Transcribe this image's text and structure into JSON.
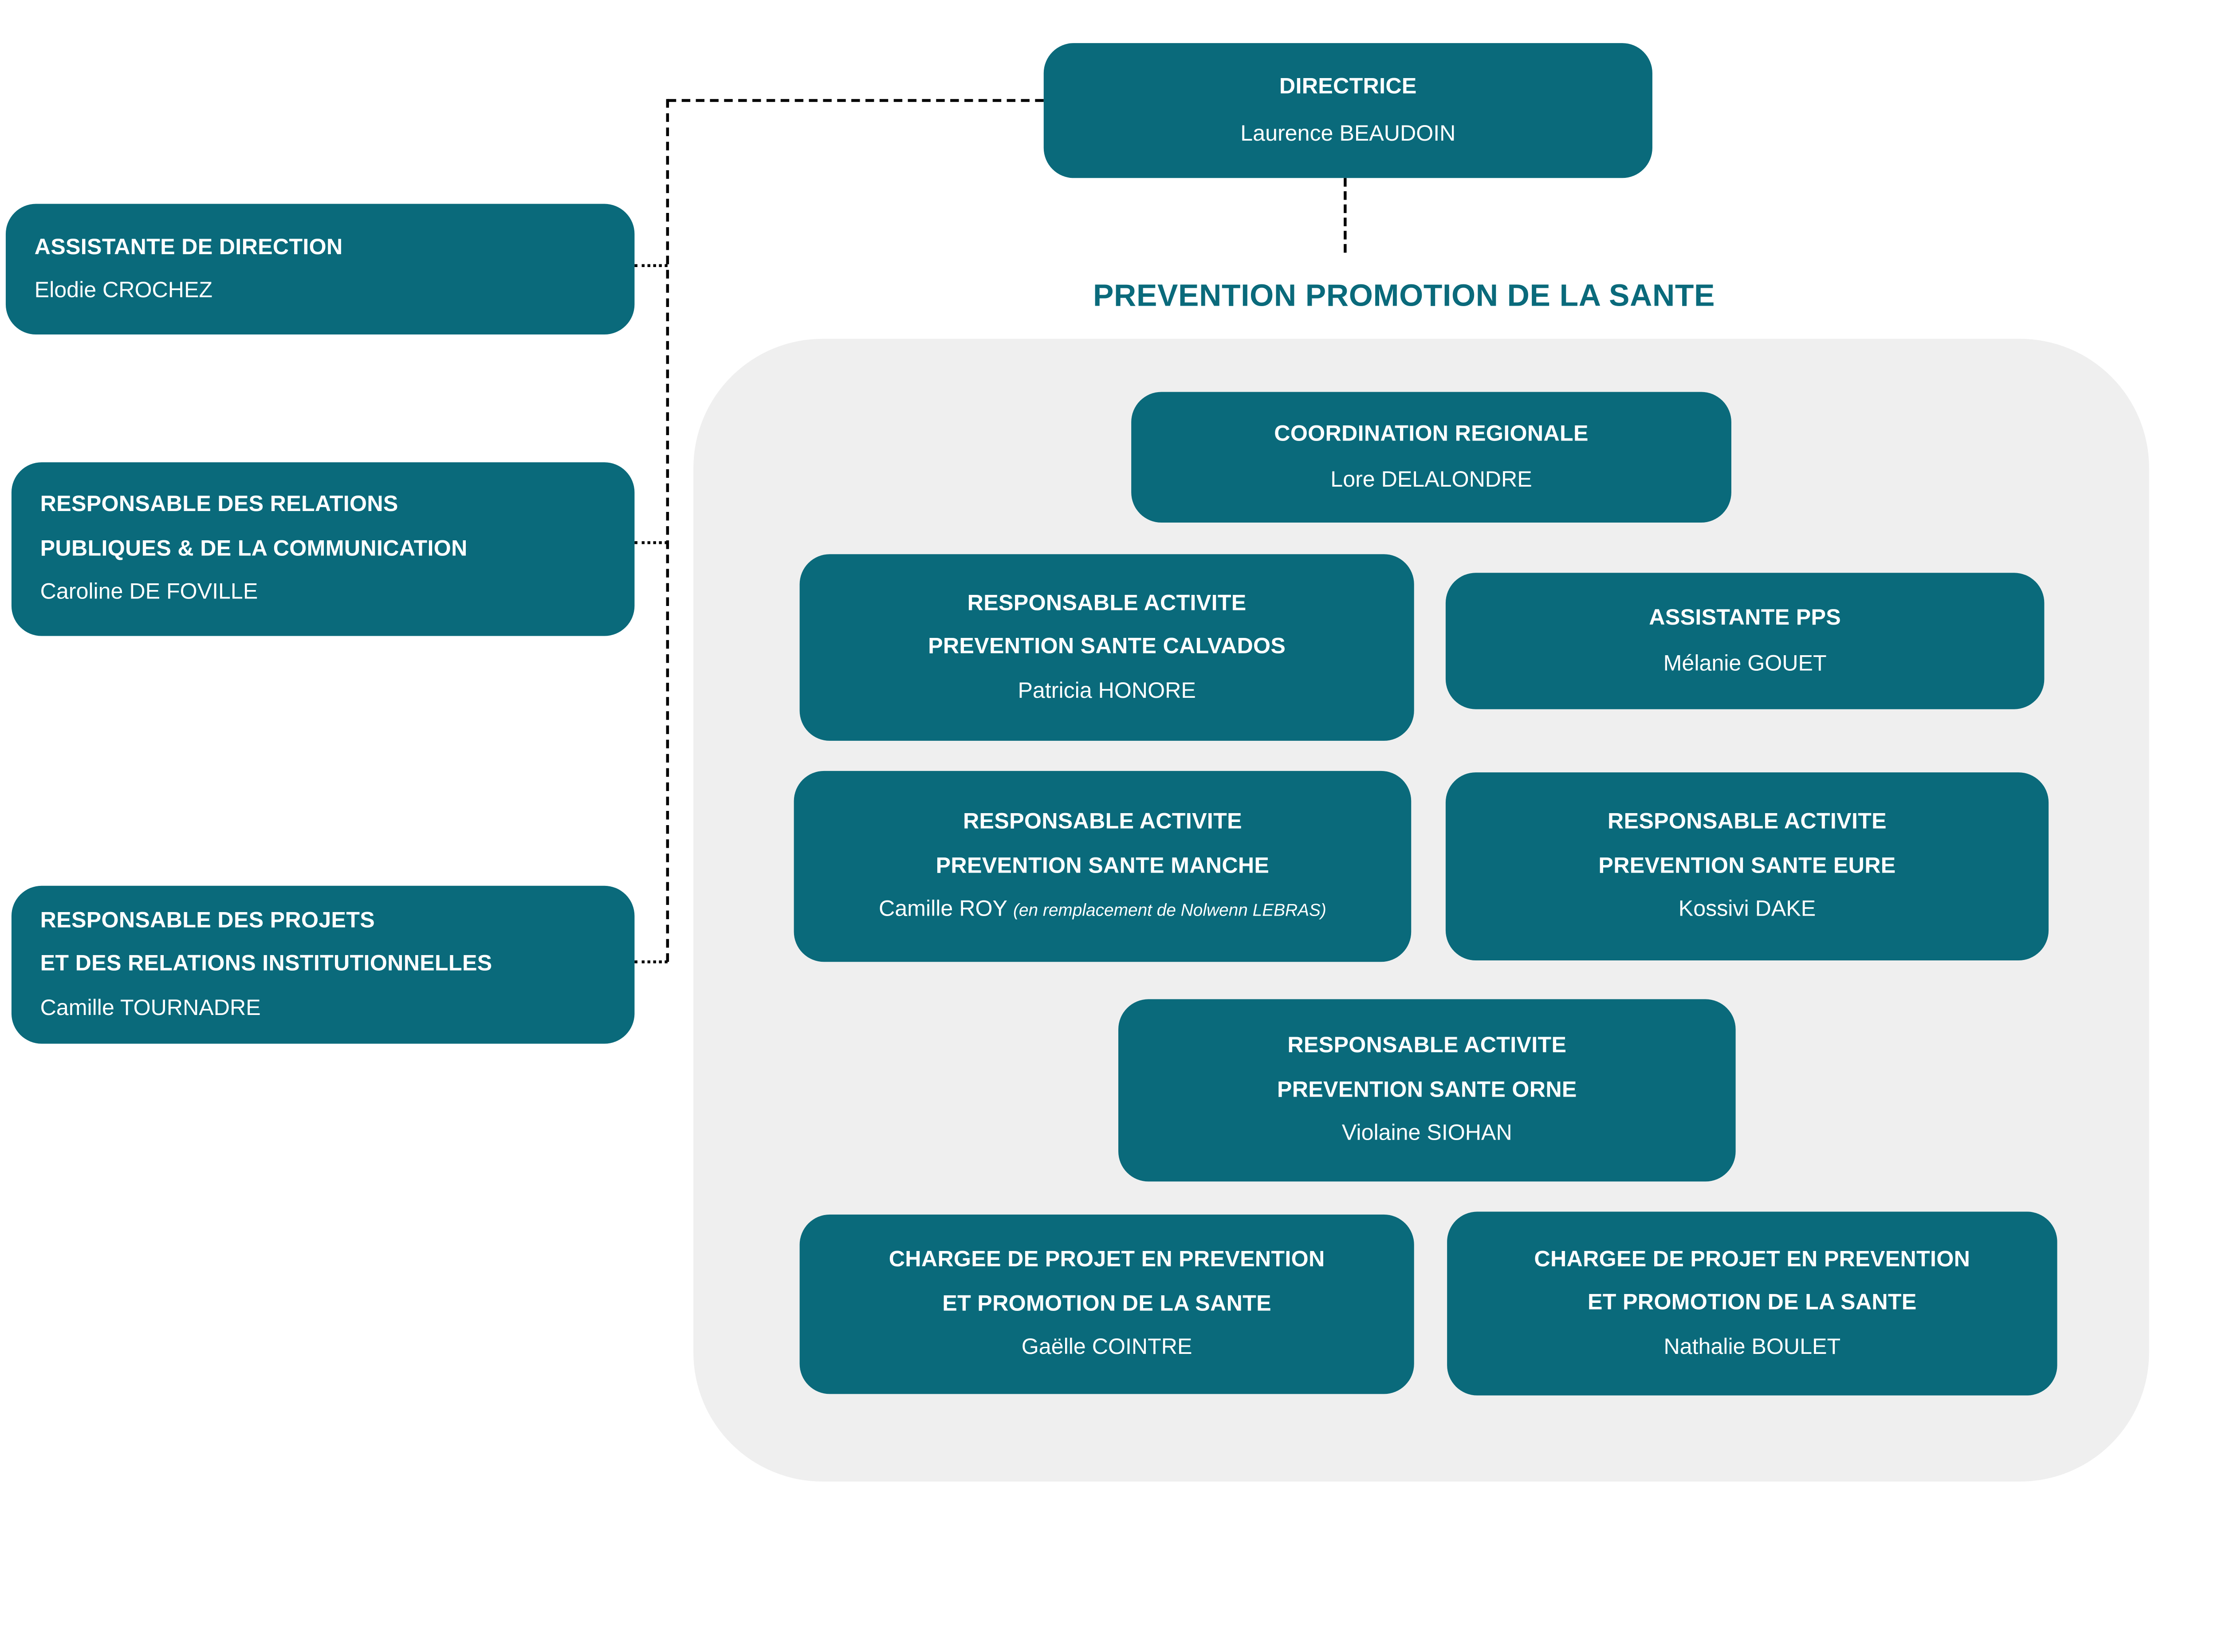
{
  "palette": {
    "teal": "#0a6a7b",
    "panel": "#efefef",
    "heading_text": "#0a6a7b",
    "connector": "#000000",
    "box_text": "#ffffff",
    "background": "#ffffff"
  },
  "section": {
    "heading": "PREVENTION PROMOTION DE LA SANTE"
  },
  "boxes": {
    "directrice": {
      "t1": "DIRECTRICE",
      "name": "Laurence BEAUDOIN"
    },
    "assistante_direction": {
      "t1": "ASSISTANTE DE DIRECTION",
      "name": "Elodie CROCHEZ"
    },
    "relations_publiques": {
      "t1": "RESPONSABLE DES RELATIONS",
      "t2": "PUBLIQUES & DE LA COMMUNICATION",
      "name": "Caroline DE FOVILLE"
    },
    "projets_institutionnels": {
      "t1": "RESPONSABLE DES PROJETS",
      "t2": "ET DES RELATIONS INSTITUTIONNELLES",
      "name": "Camille TOURNADRE"
    },
    "coordination": {
      "t1": "COORDINATION REGIONALE",
      "name": "Lore DELALONDRE"
    },
    "calvados": {
      "t1": "RESPONSABLE ACTIVITE",
      "t2": "PREVENTION SANTE CALVADOS",
      "name": "Patricia HONORE"
    },
    "assistante_pps": {
      "t1": "ASSISTANTE PPS",
      "name": "Mélanie GOUET"
    },
    "manche": {
      "t1": "RESPONSABLE ACTIVITE",
      "t2": "PREVENTION SANTE MANCHE",
      "name": "Camille ROY",
      "note": "(en remplacement de Nolwenn LEBRAS)"
    },
    "eure": {
      "t1": "RESPONSABLE ACTIVITE",
      "t2": "PREVENTION SANTE EURE",
      "name": "Kossivi DAKE"
    },
    "orne": {
      "t1": "RESPONSABLE ACTIVITE",
      "t2": "PREVENTION SANTE ORNE",
      "name": "Violaine SIOHAN"
    },
    "cointre": {
      "t1": "CHARGEE DE PROJET EN PREVENTION",
      "t2": "ET PROMOTION DE LA SANTE",
      "name": "Gaëlle COINTRE"
    },
    "boulet": {
      "t1": "CHARGEE DE PROJET EN PREVENTION",
      "t2": "ET PROMOTION DE LA SANTE",
      "name": "Nathalie BOULET"
    }
  }
}
